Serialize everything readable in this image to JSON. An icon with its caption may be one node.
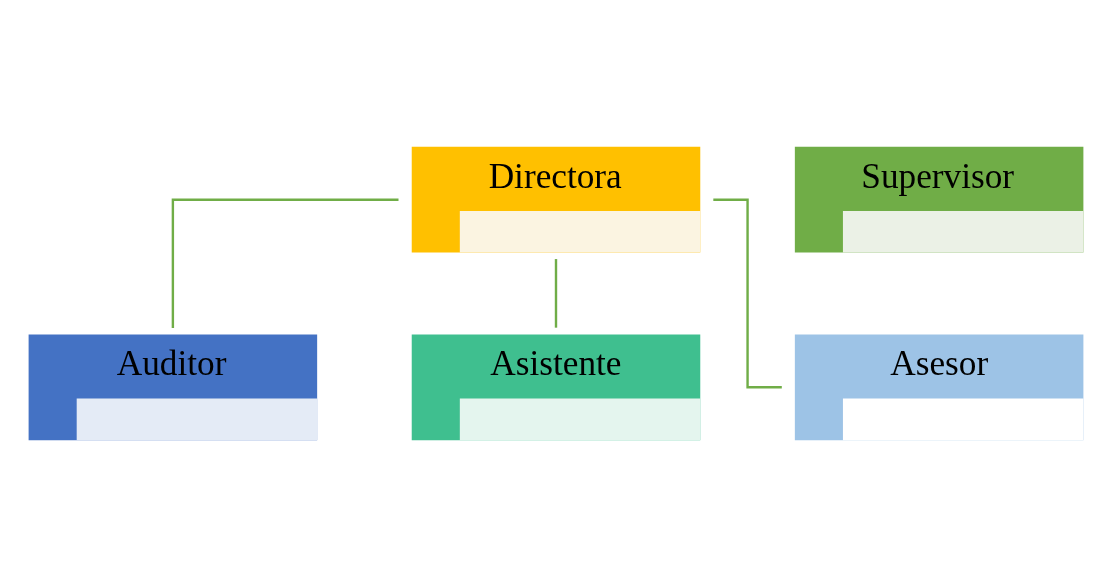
{
  "diagram": {
    "nodes": [
      {
        "text": [
          "Directora"
        ]
      },
      {
        "text": [
          "Supervisor"
        ]
      },
      {
        "text": [
          "Auditor"
        ]
      },
      {
        "text": [
          "Asistente"
        ]
      },
      {
        "text": [
          "Asesor"
        ]
      }
    ],
    "edges": [
      {
        "from": 0,
        "to": 2,
        "arrow": "none"
      },
      {
        "from": 0,
        "to": 3,
        "arrow": "none"
      },
      {
        "from": 0,
        "to": 4,
        "arrow": "none"
      }
    ]
  }
}
